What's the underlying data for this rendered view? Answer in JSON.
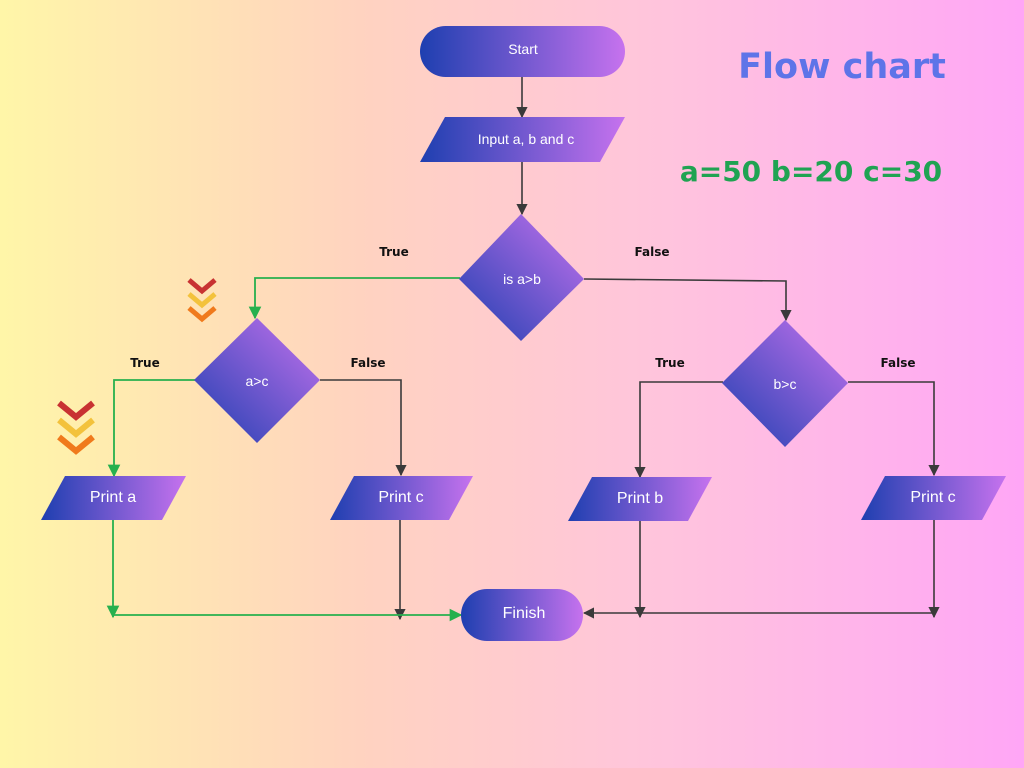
{
  "title": "Flow chart",
  "variables_text": "a=50 b=20 c=30",
  "nodes": {
    "start": "Start",
    "input": "Input a, b and c",
    "decision_ab": "is a>b",
    "decision_ac": "a>c",
    "decision_bc": "b>c",
    "print_a": "Print a",
    "print_c_left": "Print c",
    "print_b": "Print b",
    "print_c_right": "Print c",
    "finish": "Finish"
  },
  "labels": {
    "true": "True",
    "false": "False"
  },
  "colors": {
    "shape_gradient_start": "#1e3fb0",
    "shape_gradient_end": "#c672ee",
    "active_path": "#27b04e",
    "inactive_path": "#3a3a3a",
    "title": "#5e74e8",
    "variables": "#1fa352",
    "chevron_red": "#c83232",
    "chevron_yellow": "#f3c23c",
    "chevron_orange": "#f07a1c"
  },
  "icons": [
    "chevron-down-icon",
    "chevron-down-icon"
  ]
}
